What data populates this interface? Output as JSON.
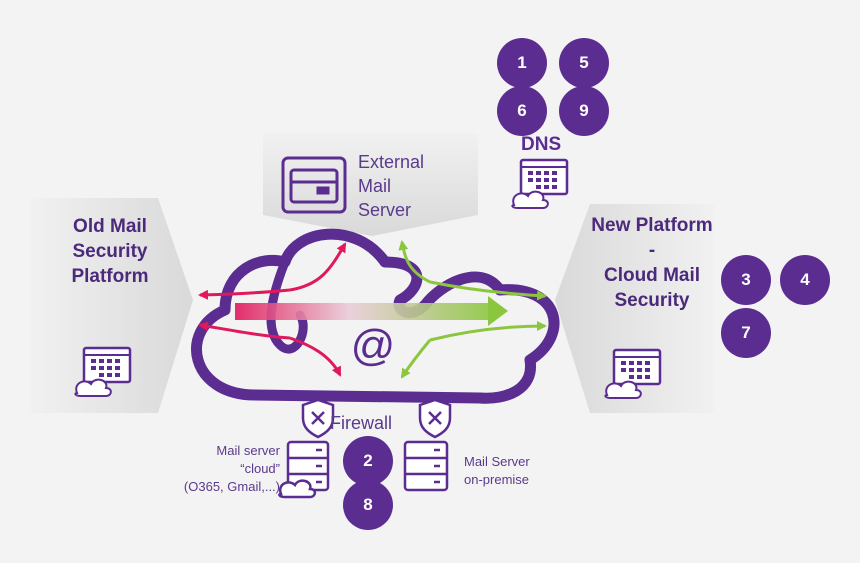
{
  "colors": {
    "purple": "#5b2d90",
    "pink": "#e0195c",
    "green": "#8cc63f",
    "panel": "#dedede",
    "background": "#f3f3f4"
  },
  "labels": {
    "old_platform": [
      "Old Mail",
      "Security",
      "Platform"
    ],
    "new_platform": [
      "New Platform",
      "-",
      "Cloud Mail",
      "Security"
    ],
    "external_mail_server": [
      "External",
      "Mail",
      "Server"
    ],
    "dns": "DNS",
    "firewall": "Firewall",
    "mail_server_cloud": [
      "Mail server",
      "“cloud”",
      "(O365, Gmail,...)"
    ],
    "mail_server_onpremise": [
      "Mail Server",
      "on-premise"
    ],
    "at_symbol": "@"
  },
  "steps": {
    "dns_group": [
      "1",
      "5",
      "6",
      "9"
    ],
    "new_platform_group": [
      "3",
      "4",
      "7"
    ],
    "firewall_group": [
      "2",
      "8"
    ]
  },
  "icons": [
    "mail-server-icon",
    "browser-grid-icon",
    "cloud-icon",
    "shield-icon",
    "server-rack-icon"
  ]
}
